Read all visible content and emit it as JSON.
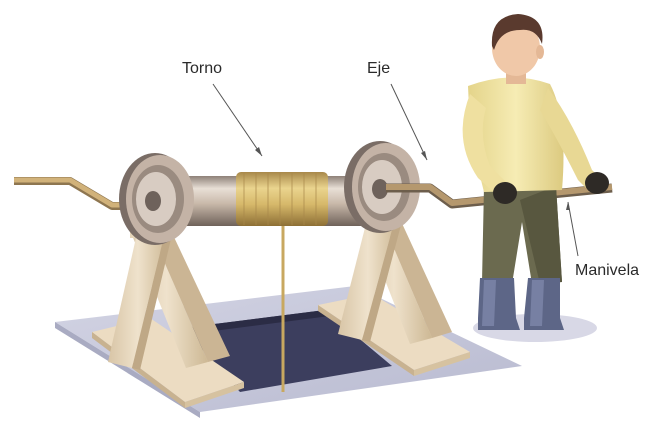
{
  "labels": {
    "torno": "Torno",
    "eje": "Eje",
    "manivela": "Manivela"
  },
  "colors": {
    "drum": "#c9b9aa",
    "rope": "#d6b86a",
    "stand_wood": "#e3d3b8",
    "ground_plate": "#c7c9dc",
    "pit": "#3c3e5e",
    "crank_rod": "#b5986e",
    "shirt": "#f2e6a4",
    "trousers": "#6b6a4f",
    "boots": "#5d6687",
    "skin": "#f0c8a8",
    "hair": "#5a3a2e"
  }
}
